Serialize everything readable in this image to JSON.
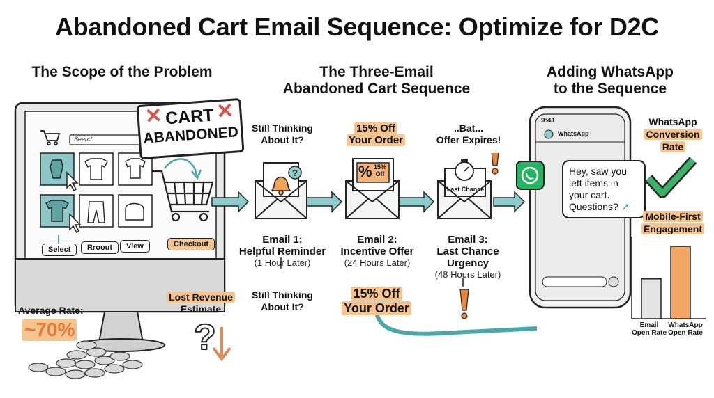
{
  "title": "Abandoned Cart Email Sequence: Optimize for D2C",
  "sections": {
    "problem": "The Scope of the Problem",
    "sequence_line1": "The Three-Email",
    "sequence_line2": "Abandoned Cart Sequence",
    "whatsapp_line1": "Adding WhatsApp",
    "whatsapp_line2": "to the Sequence"
  },
  "monitor": {
    "search_placeholder": "Search",
    "buttons": [
      "Select",
      "Rroout",
      "View"
    ],
    "checkout": "Checkout",
    "stamp_line1": "CART",
    "stamp_line2": "ABANDONED"
  },
  "problem_stats": {
    "average_rate_label": "Average Rate:",
    "average_rate_value": "~70%",
    "lost_revenue_line1": "Lost Revenue",
    "lost_revenue_line2": "Estimate"
  },
  "emails": [
    {
      "top_line1": "Still Thinking",
      "top_line2": "About It?",
      "name": "Email 1:",
      "desc": "Helpful Reminder",
      "timing": "(1 Hour Later)",
      "bottom_line1": "Still Thinking",
      "bottom_line2": "About It?"
    },
    {
      "top_line1": "15% Off",
      "top_line2": "Your Order",
      "coupon_line1": "15%",
      "coupon_line2": "Off",
      "name": "Email 2:",
      "desc": "Incentive Offer",
      "timing": "(24 Hours Later)",
      "bottom_line1": "15% Off",
      "bottom_line2": "Your Order"
    },
    {
      "top_line1": "..Bat...",
      "top_line2": "Offer Expires!",
      "card_text": "Last Chance!",
      "name": "Email 3:",
      "desc": "Last Chance",
      "desc2": "Urgency",
      "timing": "(48 Hours Later)"
    }
  ],
  "phone": {
    "time": "9:41",
    "app_name": "WhatsApp",
    "message_lines": [
      "Hey, saw you",
      "left items in",
      "your cart.",
      "Questions?"
    ]
  },
  "whatsapp_stats": {
    "conversion_line1": "WhatsApp",
    "conversion_line2": "Conversion",
    "conversion_line3": "Rate",
    "mobile_line1": "Mobile-First",
    "mobile_line2": "Engagement"
  },
  "chart_data": {
    "type": "bar",
    "categories": [
      "Email Open Rate",
      "WhatsApp Open Rate"
    ],
    "category_lines": [
      [
        "Email",
        "Open Rate"
      ],
      [
        "WhatsApp",
        "Open Rate"
      ]
    ],
    "values": [
      0.55,
      1.0
    ],
    "colors": [
      "#e4e4e4",
      "#f3a763"
    ],
    "value_unit": "relative bar height (no axis printed)",
    "grid": false
  }
}
